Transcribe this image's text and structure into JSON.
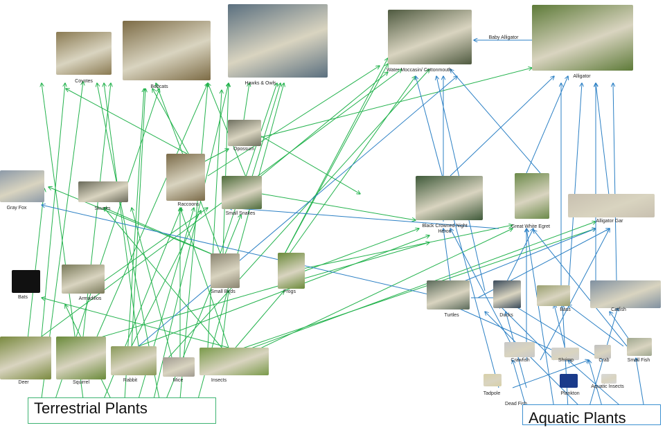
{
  "nodes": [
    {
      "id": "coyotes",
      "label": "Coyotes",
      "color": "#8a7a52"
    },
    {
      "id": "bobcats",
      "label": "Bobcats",
      "color": "#7c6b45"
    },
    {
      "id": "hawks-owls",
      "label": "Hawks & Owls",
      "color": "#5a6f7f"
    },
    {
      "id": "water-moccasin",
      "label": "Water Moccasin/ Cottonmouth",
      "color": "#4f5a40"
    },
    {
      "id": "alligator",
      "label": "Alligator",
      "color": "#5d7a38"
    },
    {
      "id": "opossum",
      "label": "Opossum",
      "color": "#6f7060"
    },
    {
      "id": "raccoons",
      "label": "Raccoons",
      "color": "#7a6a48"
    },
    {
      "id": "small-snakes",
      "label": "Small Snakes",
      "color": "#4d6b3a"
    },
    {
      "id": "gray-fox",
      "label": "Gray Fox",
      "color": "#8d9aa8"
    },
    {
      "id": "skunks",
      "label": "Skunks",
      "color": "#6a6a5a"
    },
    {
      "id": "black-crowned-night-heron",
      "label": "Black Crowned Night Heron",
      "color": "#3f5a3a"
    },
    {
      "id": "great-white-egret",
      "label": "Great White Egret",
      "color": "#6c8a4a"
    },
    {
      "id": "alligator-gar",
      "label": "Alligator Gar",
      "color": "#c8c0b0"
    },
    {
      "id": "small-birds",
      "label": "Small Birds",
      "color": "#8a8470"
    },
    {
      "id": "frogs",
      "label": "Frogs",
      "color": "#6b8a3a"
    },
    {
      "id": "bats",
      "label": "Bats",
      "color": "#1a1a1a"
    },
    {
      "id": "armadillos",
      "label": "Armadillos",
      "color": "#7a7a5a"
    },
    {
      "id": "turtles",
      "label": "Turtles",
      "color": "#5a6a5a"
    },
    {
      "id": "ducks",
      "label": "Ducks",
      "color": "#3a4a5a"
    },
    {
      "id": "bass",
      "label": "Bass",
      "color": "#9aa070"
    },
    {
      "id": "catfish",
      "label": "Catfish",
      "color": "#8090a0"
    },
    {
      "id": "deer",
      "label": "Deer",
      "color": "#7a8a40"
    },
    {
      "id": "squirrel",
      "label": "Squirrel",
      "color": "#6a8a3a"
    },
    {
      "id": "rabbit",
      "label": "Rabbit",
      "color": "#8a9a5a"
    },
    {
      "id": "mice",
      "label": "Mice",
      "color": "#a09a90"
    },
    {
      "id": "insects",
      "label": "Insects",
      "color": "#7a9a4a"
    },
    {
      "id": "crawfish",
      "label": "Crawfish",
      "color": "#c8c8c8"
    },
    {
      "id": "shrimp",
      "label": "Shrimp",
      "color": "#d0d0d0"
    },
    {
      "id": "crab",
      "label": "Crab",
      "color": "#c0c0c0"
    },
    {
      "id": "small-fish",
      "label": "Small Fish",
      "color": "#a0a890"
    },
    {
      "id": "tadpole",
      "label": "Tadpole",
      "color": "#d8d0a8"
    },
    {
      "id": "plankton",
      "label": "Plankton",
      "color": "#1a3a8a"
    },
    {
      "id": "aquatic-insects",
      "label": "Aquatic Insects",
      "color": "#d8d8d8"
    },
    {
      "id": "dead-fish",
      "label": "Dead Fish",
      "color": "#ffffff"
    }
  ],
  "terrestrial_plants_label": "Terrestrial Plants",
  "aquatic_plants_label": "Aquatic Plants",
  "baby_alligator_label": "Baby Alligator",
  "edge_colors": {
    "terrestrial": "#22b24c",
    "aquatic": "#2a7fc4"
  }
}
